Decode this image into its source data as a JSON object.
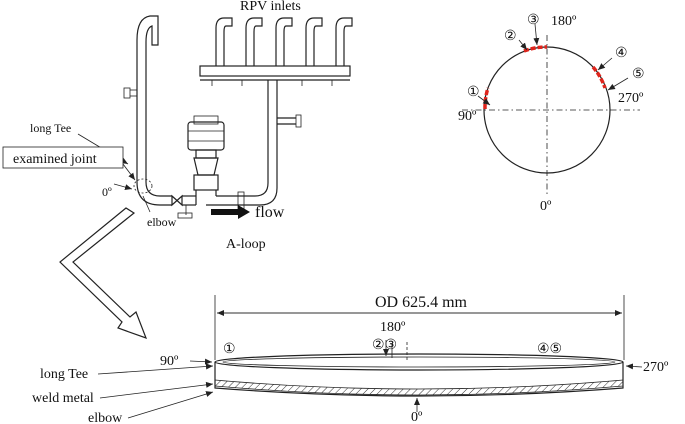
{
  "piping": {
    "rpv_inlets": "RPV inlets",
    "long_tee": "long Tee",
    "examined_joint": "examined joint",
    "zero_deg": "0º",
    "elbow": "elbow",
    "flow": "flow",
    "a_loop": "A-loop"
  },
  "circle_view": {
    "deg_180": "180º",
    "deg_90": "90º",
    "deg_270": "270º",
    "deg_0": "0º",
    "markers": [
      "①",
      "②",
      "③",
      "④",
      "⑤"
    ]
  },
  "pipe_view": {
    "od": "OD 625.4 mm",
    "deg_180": "180º",
    "deg_90": "90º",
    "deg_270": "270º",
    "deg_0": "0º",
    "m1": "①",
    "m23": "②③",
    "m45": "④⑤",
    "long_tee": "long Tee",
    "weld_metal": "weld metal",
    "elbow": "elbow"
  },
  "colors": {
    "defect": "#e0241c"
  }
}
